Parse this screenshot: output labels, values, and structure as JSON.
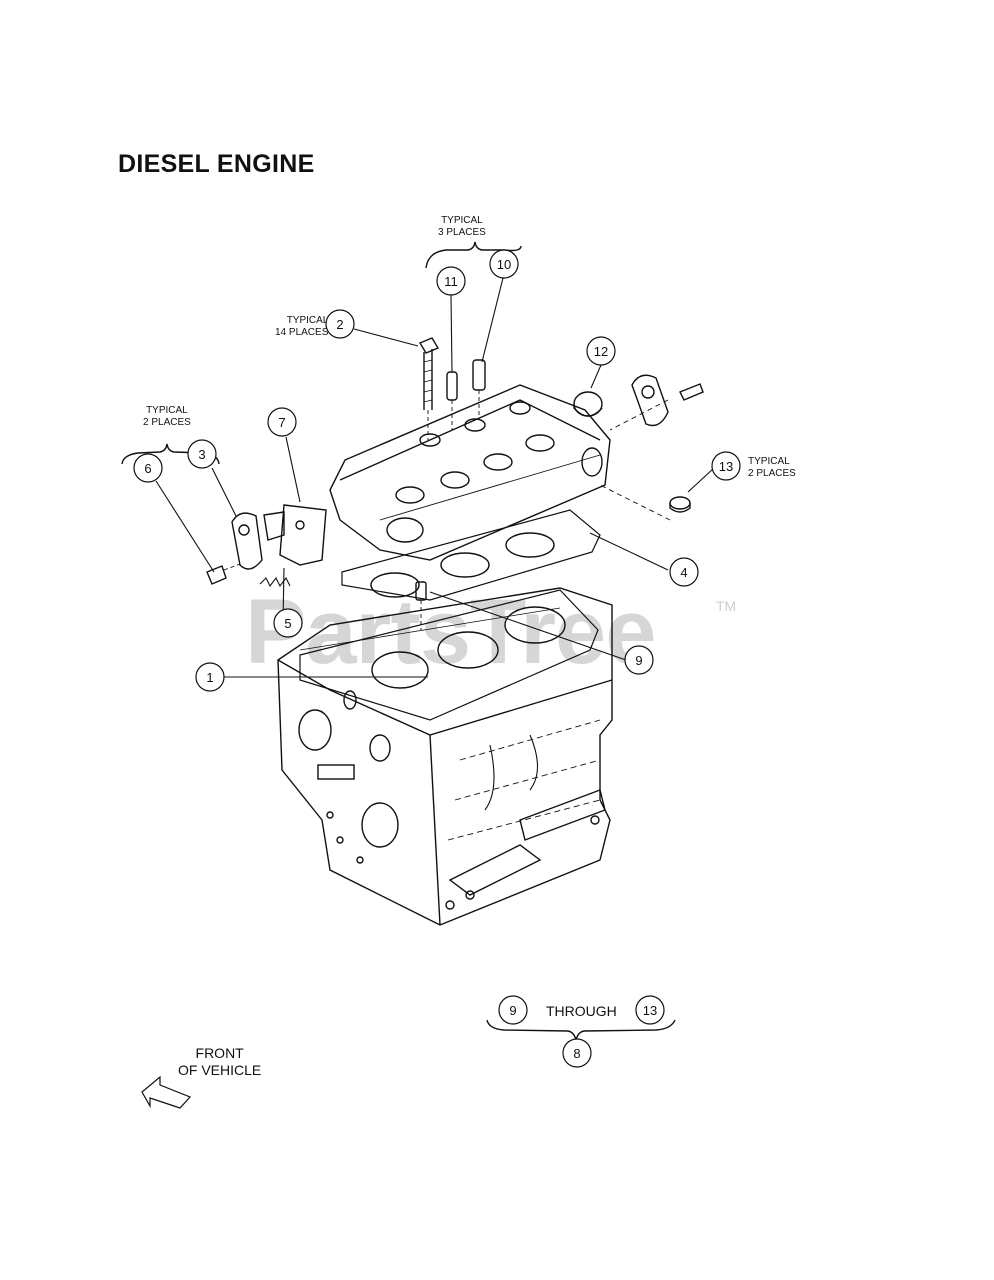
{
  "title": "DIESEL ENGINE",
  "notes": {
    "typical_3": [
      "TYPICAL",
      "3 PLACES"
    ],
    "typical_14": [
      "TYPICAL",
      "14 PLACES"
    ],
    "typical_2_left": [
      "TYPICAL",
      "2 PLACES"
    ],
    "typical_2_right": [
      "TYPICAL",
      "2 PLACES"
    ]
  },
  "callouts": [
    "1",
    "2",
    "3",
    "4",
    "5",
    "6",
    "7",
    "8",
    "9",
    "10",
    "11",
    "12",
    "13"
  ],
  "group": {
    "from": "9",
    "word": "THROUGH",
    "to": "13",
    "result": "8"
  },
  "front_label": [
    "FRONT",
    "OF VEHICLE"
  ],
  "watermark": "PartsTree",
  "trademark": "TM"
}
